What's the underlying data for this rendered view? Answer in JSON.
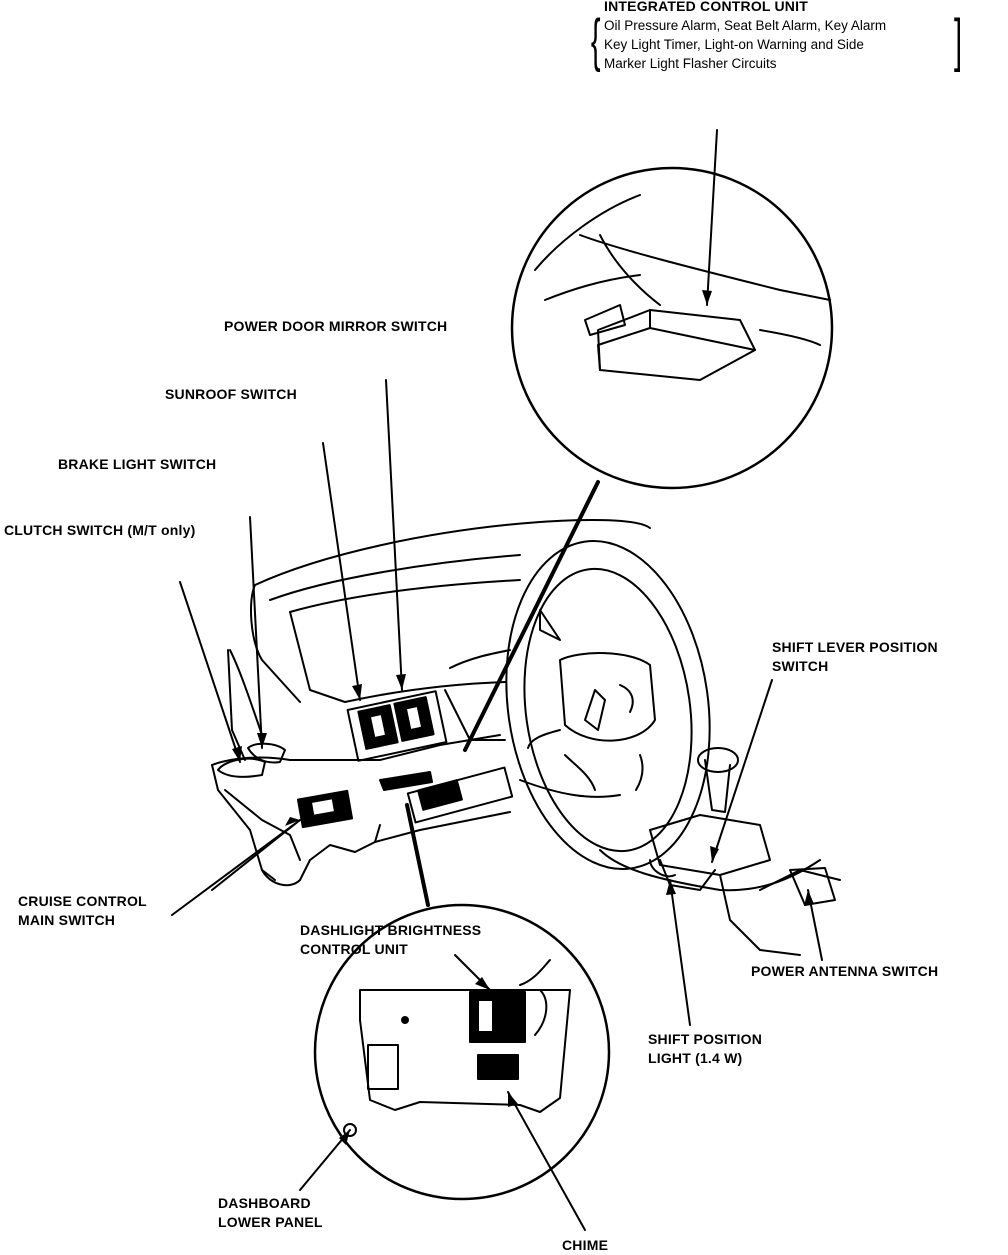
{
  "labels": {
    "integrated_control_unit": {
      "title": "INTEGRATED CONTROL UNIT",
      "lines": [
        "Oil Pressure Alarm, Seat Belt Alarm, Key Alarm",
        "Key Light Timer, Light-on Warning and Side",
        "Marker Light Flasher Circuits"
      ]
    },
    "power_door_mirror_switch": "POWER DOOR MIRROR SWITCH",
    "sunroof_switch": "SUNROOF SWITCH",
    "brake_light_switch": "BRAKE LIGHT SWITCH",
    "clutch_switch": "CLUTCH SWITCH (M/T only)",
    "shift_lever_position_switch": [
      "SHIFT LEVER POSITION",
      "SWITCH"
    ],
    "cruise_control_main_switch": [
      "CRUISE CONTROL",
      "MAIN SWITCH"
    ],
    "dashlight_brightness_control_unit": [
      "DASHLIGHT BRIGHTNESS",
      "CONTROL UNIT"
    ],
    "power_antenna_switch": "POWER ANTENNA SWITCH",
    "shift_position_light": [
      "SHIFT POSITION",
      "LIGHT (1.4 W)"
    ],
    "dashboard_lower_panel": [
      "DASHBOARD",
      "LOWER PANEL"
    ],
    "chime": "CHIME"
  }
}
